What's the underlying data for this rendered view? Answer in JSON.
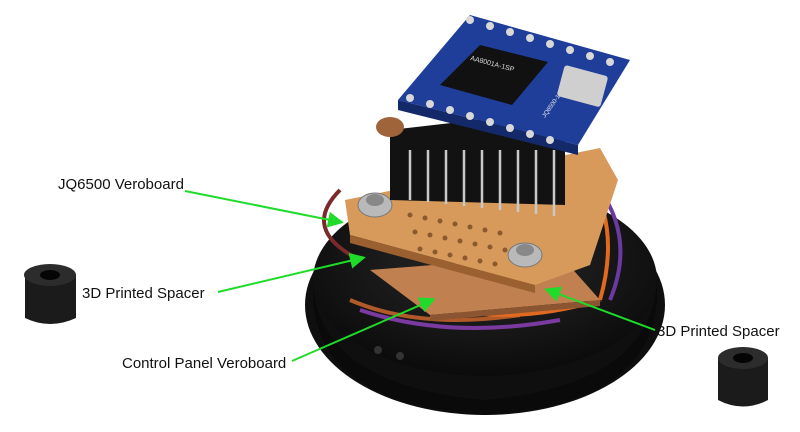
{
  "labels": {
    "jq6500_veroboard": "JQ6500 Veroboard",
    "spacer_left": "3D Printed Spacer",
    "control_panel_veroboard": "Control Panel Veroboard",
    "spacer_right": "3D Printed Spacer"
  },
  "chip_text": {
    "main": "AA8001A-1SP",
    "board": "JQ6500-16P"
  },
  "colors": {
    "background": "#ffffff",
    "arrow": "#1fdc2a",
    "pcb": "#1f3e9a",
    "veroboard": "#d89a5a",
    "base": "#151515",
    "spacer": "#1b1b1b"
  },
  "icons": [
    "spacer-icon",
    "pcb-module-icon",
    "usb-port-icon",
    "nut-icon"
  ]
}
